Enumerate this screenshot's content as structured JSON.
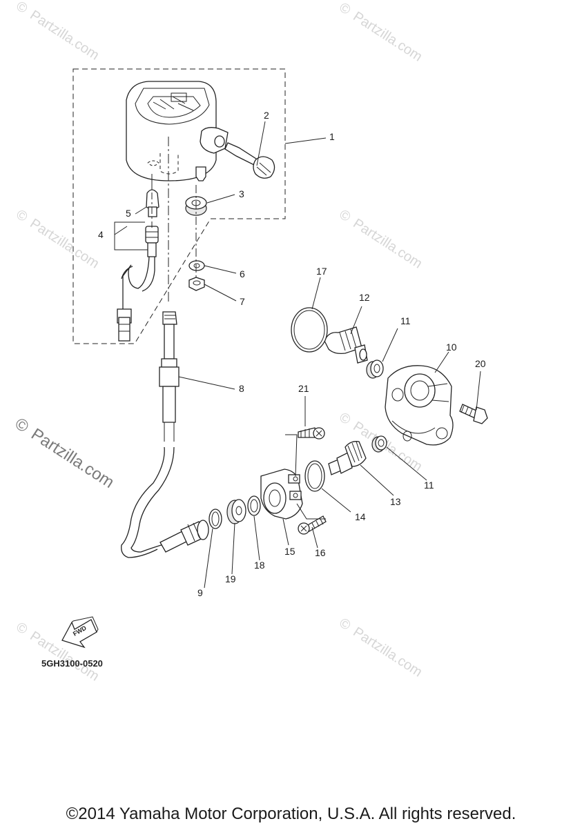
{
  "watermark": {
    "symbol": "©",
    "text": "Partzilla.com"
  },
  "callouts": [
    "1",
    "2",
    "3",
    "4",
    "5",
    "6",
    "7",
    "8",
    "9",
    "10",
    "11",
    "11",
    "12",
    "13",
    "14",
    "15",
    "16",
    "17",
    "18",
    "19",
    "20",
    "21"
  ],
  "fwd_label": "FWD",
  "diagram_code": "5GH3100-0520",
  "copyright": "©2014 Yamaha Motor Corporation, U.S.A. All rights reserved."
}
